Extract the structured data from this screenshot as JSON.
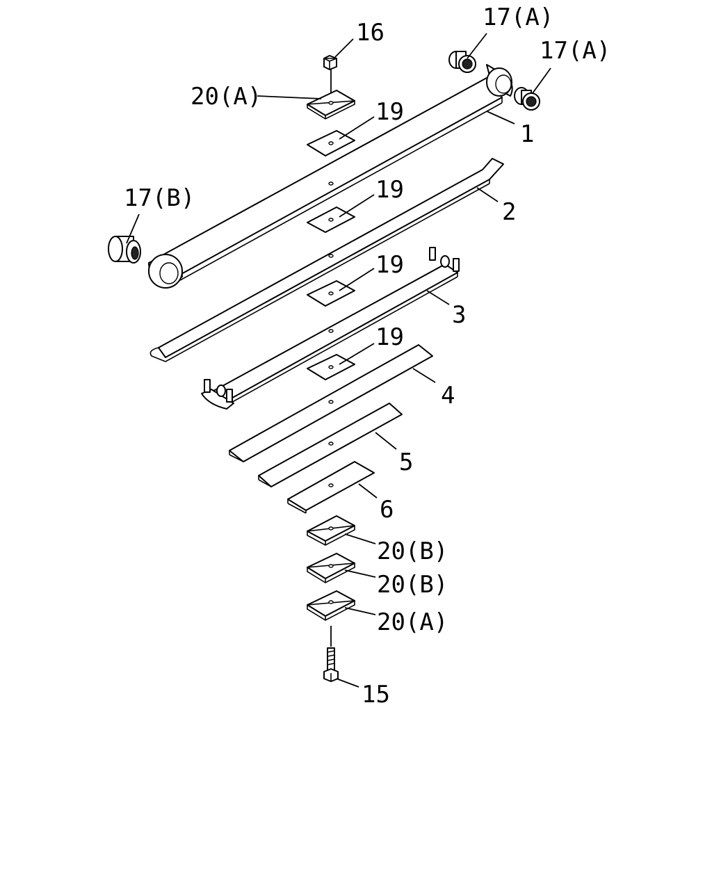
{
  "callouts": {
    "p16": "16",
    "p17a_1": "17(A)",
    "p17a_2": "17(A)",
    "p20a_top": "20(A)",
    "p19_1": "19",
    "p1": "1",
    "p17b": "17(B)",
    "p19_2": "19",
    "p2": "2",
    "p19_3": "19",
    "p3": "3",
    "p19_4": "19",
    "p4": "4",
    "p5": "5",
    "p6": "6",
    "p20b_1": "20(B)",
    "p20b_2": "20(B)",
    "p20a_bottom": "20(A)",
    "p15": "15"
  }
}
